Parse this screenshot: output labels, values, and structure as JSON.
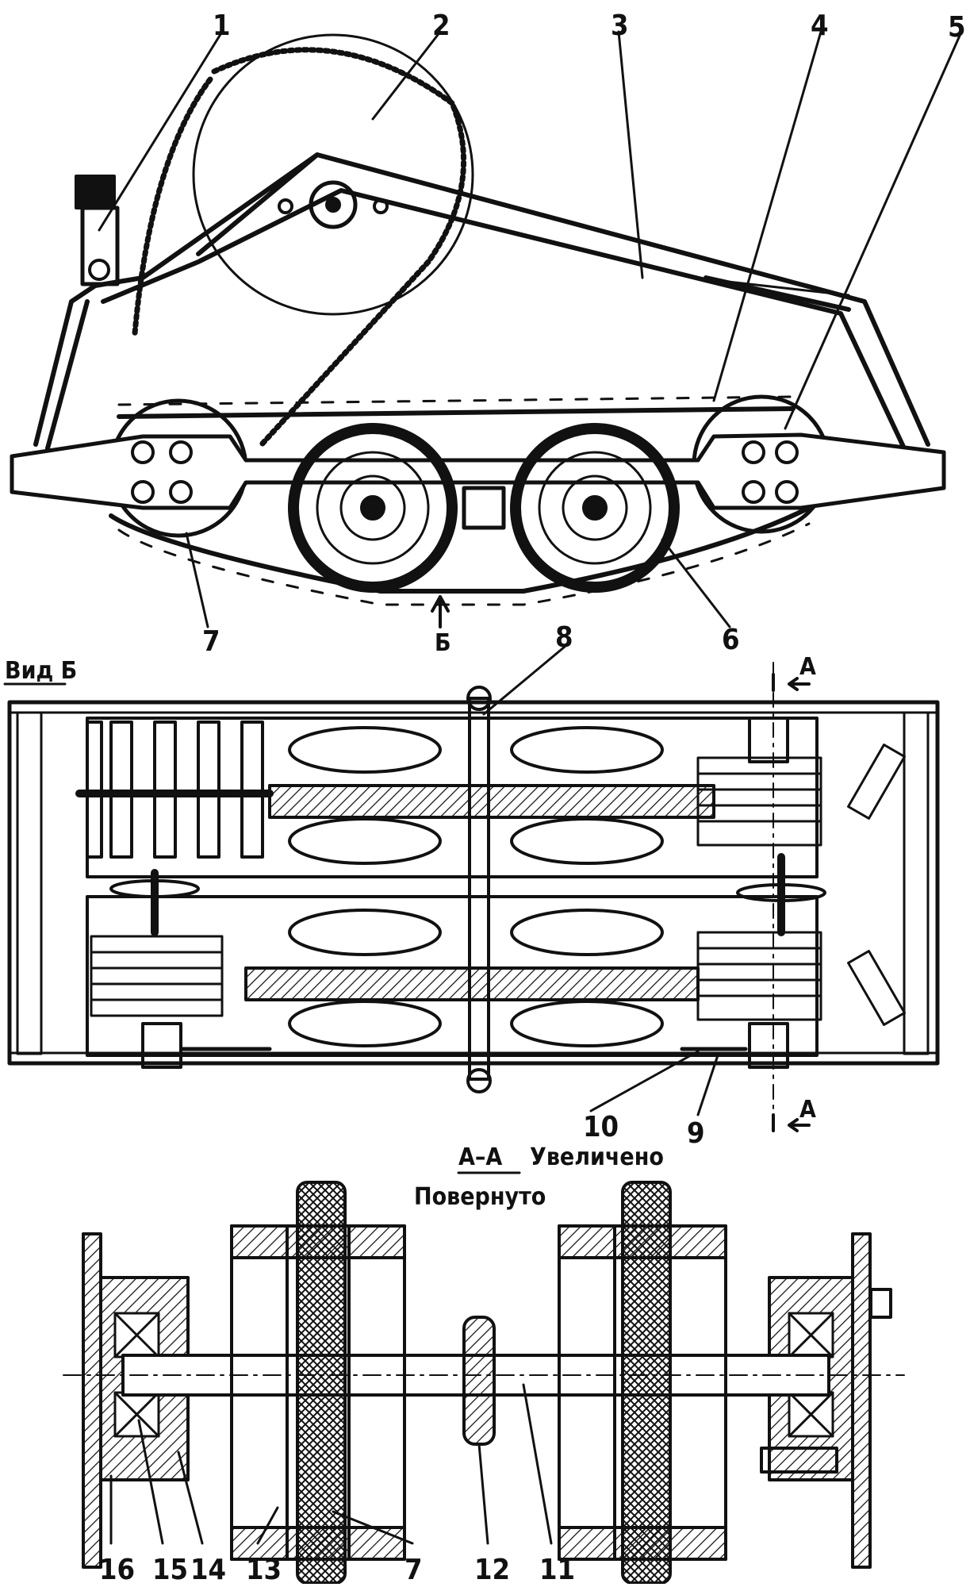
{
  "callouts": {
    "n1": "1",
    "n2": "2",
    "n3": "3",
    "n4": "4",
    "n5": "5",
    "n6": "6",
    "n7": "7",
    "n8": "8",
    "n9": "9",
    "n10": "10",
    "n11": "11",
    "n12": "12",
    "n13": "13",
    "n14": "14",
    "n15": "15",
    "n16": "16",
    "n7b": "7"
  },
  "view_b": {
    "arrow_label": "Б",
    "title": "Вид Б",
    "section_marker_top": "I",
    "section_letter_top": "А",
    "section_marker_bottom": "I",
    "section_letter_bottom": "А"
  },
  "section_aa": {
    "title": "А–А",
    "note_enlarged": "Увеличено",
    "note_rotated": "Повернуто"
  },
  "colors": {
    "ink": "#111111",
    "paper": "#ffffff"
  }
}
